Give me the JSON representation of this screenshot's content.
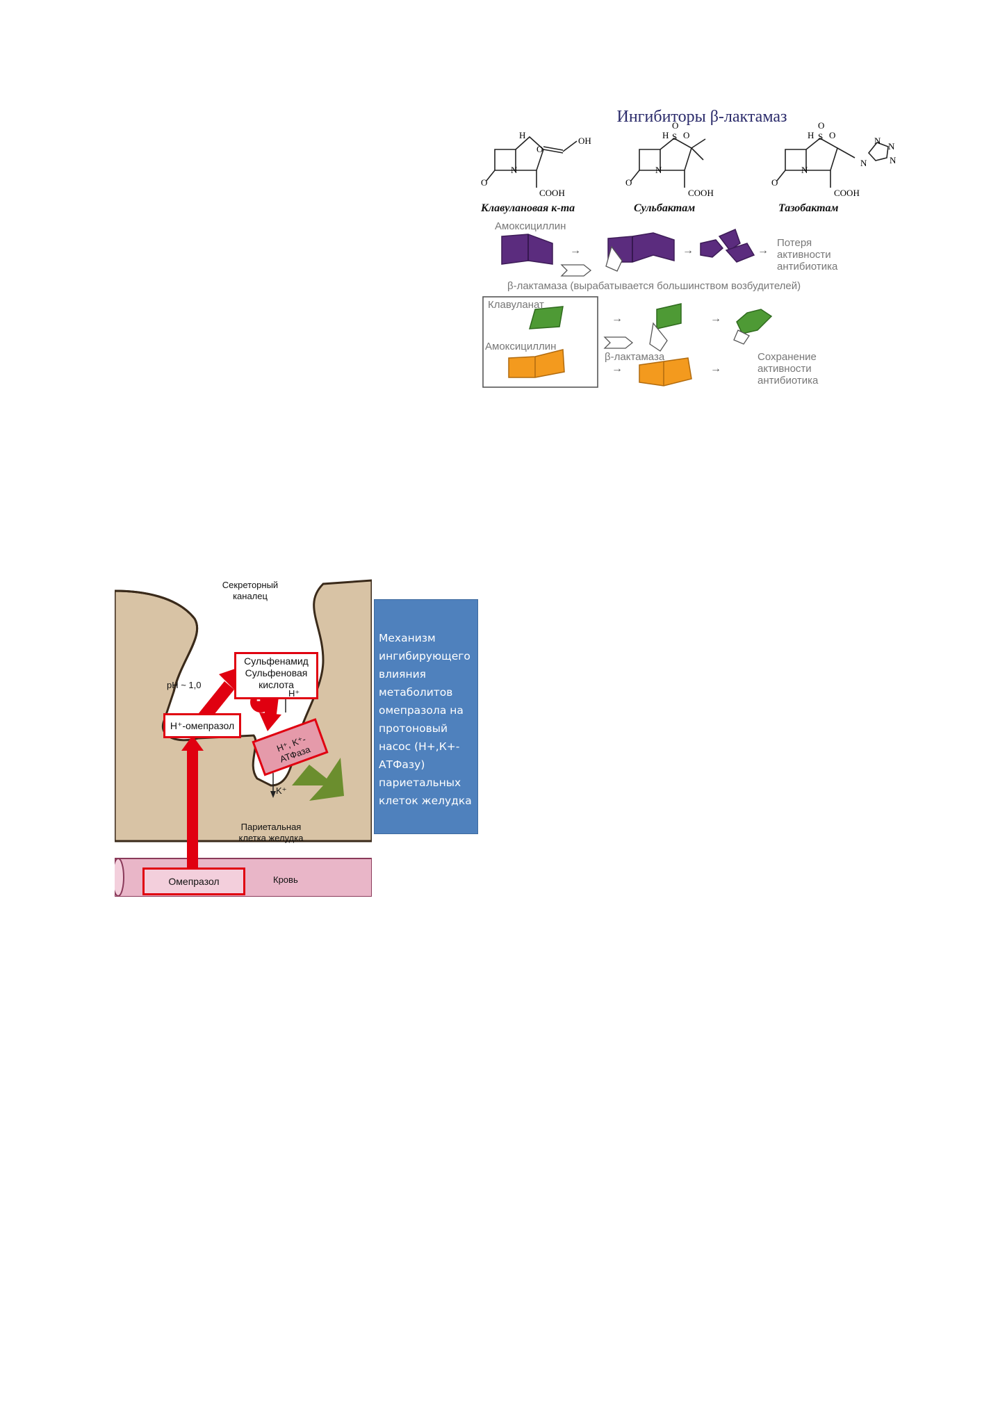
{
  "beta_figure": {
    "title": "Ингибиторы β-лактамаз",
    "compounds": [
      {
        "name": "Клавулановая к-та",
        "atoms": {
          "h": "H",
          "o_ring": "O",
          "n": "N",
          "o_keto": "O",
          "cooh": "COOH",
          "oh": "OH"
        }
      },
      {
        "name": "Сульбактам",
        "atoms": {
          "h": "H",
          "s": "S",
          "o1": "O",
          "o2": "O",
          "n": "N",
          "o_keto": "O",
          "cooh": "COOH"
        }
      },
      {
        "name": "Тазобактам",
        "atoms": {
          "h": "H",
          "s": "S",
          "o1": "O",
          "o2": "O",
          "n": "N",
          "o_keto": "O",
          "cooh": "COOH",
          "n1": "N",
          "n2": "N",
          "n3": "N",
          "n4": "N"
        }
      }
    ],
    "row1": {
      "amoxicillin_label": "Амоксициллин",
      "result_label_1": "Потеря",
      "result_label_2": "активности",
      "result_label_3": "антибиотика",
      "enzyme_label": "β-лактамаза (вырабатывается большинством возбудителей)"
    },
    "row2": {
      "clavulanate_label": "Клавуланат",
      "amoxicillin_label": "Амоксициллин",
      "enzyme_label": "β-лактамаза",
      "result_label_1": "Сохранение",
      "result_label_2": "активности",
      "result_label_3": "антибиотика"
    },
    "colors": {
      "purple": "#5b2c7e",
      "green": "#4e9a35",
      "orange": "#f39a1e"
    }
  },
  "omeprazole_figure": {
    "canaliculus_label": "Секреторный\nканалец",
    "ph_label": "pH ~ 1,0",
    "sulfen_box": "Сульфенамид\nСульфеновая\nкислота",
    "h_omeprazole": "H⁺-омепразол",
    "minus_sign": "-",
    "h_plus": "H⁺",
    "k_plus": "K⁺",
    "atpase_label": "H⁺, K⁺-\nАТФаза",
    "parietal_label": "Париетальная\nклетка желудка",
    "omeprazole_label": "Омепразол",
    "blood_label": "Кровь",
    "colors": {
      "cell": "#d8c3a5",
      "red": "#e00010",
      "vessel": "#e9b6c8",
      "atpase": "#e59aaa",
      "green_arrow": "#6b8e2e"
    }
  },
  "caption": {
    "text": "Механизм ингибирующего влияния метаболитов омепразола на протоновый насос (Н+,К+-АТФазу) париетальных клеток желудка",
    "bg_color": "#4f81bd"
  }
}
